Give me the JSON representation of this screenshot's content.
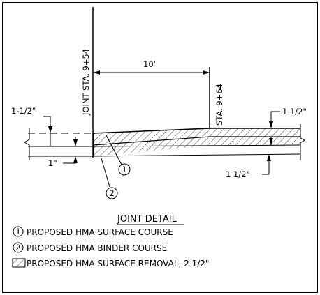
{
  "drawing": {
    "station_joint": "JOINT STA. 9+54",
    "station_end": "STA. 9+64",
    "length_dim": "10'",
    "dim_top_left": "1-1/2\"",
    "dim_bottom_left": "1\"",
    "dim_top_right": "1 1/2\"",
    "dim_bottom_right": "1 1/2\"",
    "callout_1": "1",
    "callout_2": "2"
  },
  "title": "JOINT DETAIL",
  "legend": {
    "item1": "PROPOSED HMA SURFACE COURSE",
    "item2": "PROPOSED HMA BINDER COURSE",
    "item3": "PROPOSED HMA SURFACE REMOVAL, 2 1/2\""
  },
  "legend_markers": {
    "marker1": "1",
    "marker2": "2"
  }
}
